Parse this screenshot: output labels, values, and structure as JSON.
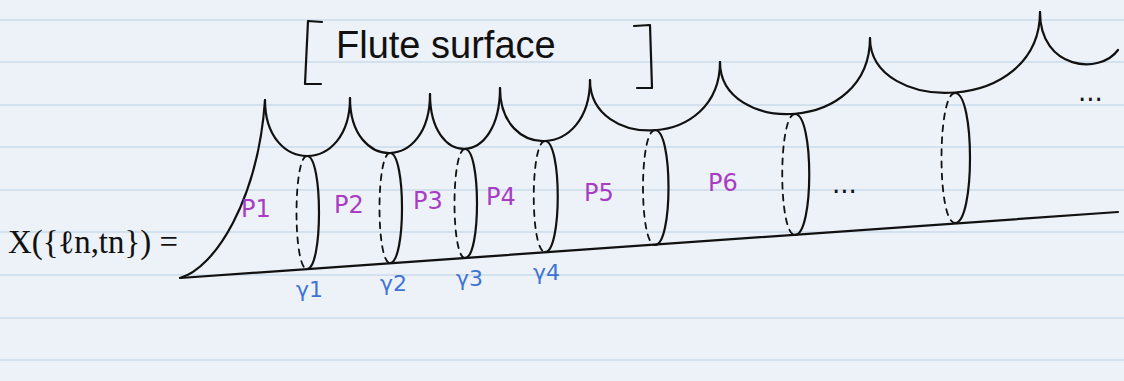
{
  "diagram": {
    "labels": [
      "Flute surface",
      "X({ℓn,tn}) =",
      "P1",
      "P2",
      "P3",
      "P4",
      "P5",
      "P6",
      "γ1",
      "γ2",
      "γ3",
      "γ4",
      "...",
      "..."
    ]
  }
}
